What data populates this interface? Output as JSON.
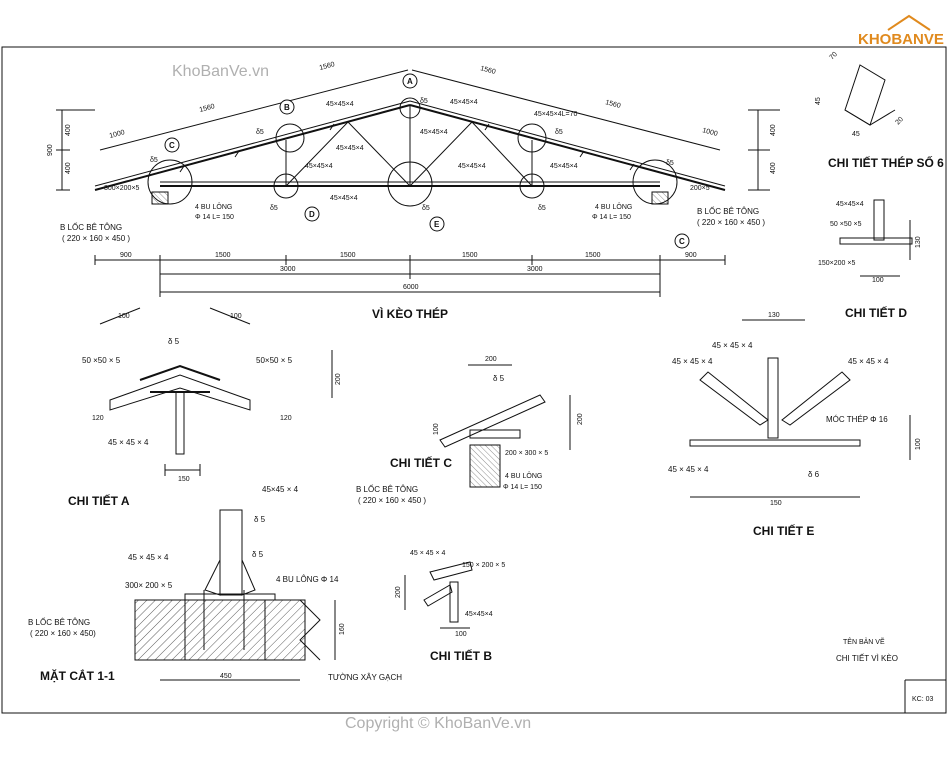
{
  "brand": {
    "logo_text": "KHOBANVE",
    "watermark_top": "KhoBanVe.vn",
    "watermark_bottom": "Copyright © KhoBanVe.vn"
  },
  "titles": {
    "truss": "VÌ KÈO THÉP",
    "detail_a": "CHI TIẾT A",
    "detail_b": "CHI TIẾT B",
    "detail_c": "CHI TIẾT C",
    "detail_d": "CHI TIẾT D",
    "detail_e": "CHI TIẾT E",
    "steel_6": "CHI TIẾT THÉP SỐ 6",
    "section": "MẶT CẮT 1-1"
  },
  "title_block": {
    "heading": "TÊN BẢN VẼ",
    "name": "CHI TIẾT VÌ KÈO",
    "code": "KC: 03"
  },
  "truss": {
    "markers": [
      "A",
      "B",
      "C",
      "C",
      "D",
      "E"
    ],
    "top_dims": [
      "1560",
      "1560",
      "1560",
      "1560",
      "1000",
      "1000"
    ],
    "height_dims": [
      "400",
      "400",
      "400",
      "400",
      "900"
    ],
    "bottom_dims": [
      "900",
      "1500",
      "1500",
      "1500",
      "1500",
      "900"
    ],
    "span_dims": [
      "3000",
      "3000"
    ],
    "total_span": "6000",
    "members": {
      "m1": "45×45×4",
      "m2": "45×45×4",
      "m3": "45×45×4",
      "m4": "45×45×4",
      "m5": "45×45×4",
      "m6": "45×45×4L=70",
      "m7": "45×45×4",
      "plate_d5": "δ5",
      "plate_300": "300×200×5",
      "plate_200": "200×5",
      "bolt": "4 BU LÔNG",
      "bolt_spec": "Φ 14 L= 150"
    },
    "block_label": "B LỐC BÊ TÔNG",
    "block_size": "( 220 × 160 × 450 )"
  },
  "detail_a": {
    "d100a": "100",
    "d100b": "100",
    "d120a": "120",
    "d120b": "120",
    "d200": "200",
    "d150": "150",
    "plate": "δ 5",
    "angle_l": "50 ×50 × 5",
    "angle_r": "50×50 × 5",
    "bottom": "45 × 45 × 4"
  },
  "detail_c": {
    "d200": "200",
    "d100": "100",
    "d200v": "200",
    "plate": "δ 5",
    "base": "200 × 300 × 5",
    "bolt": "4 BU LÔNG",
    "bolt_spec": "Φ 14 L= 150",
    "block_label": "B LỐC BÊ TÔNG",
    "block_size": "( 220 × 160 × 450 )"
  },
  "detail_e": {
    "d130": "130",
    "d100": "100",
    "d150": "150",
    "top": "45 × 45 × 4",
    "left": "45 × 45 × 4",
    "right": "45 × 45 × 4",
    "hook": "MÓC THÉP Φ 16",
    "bottom": "45 × 45 × 4",
    "plate": "δ 6"
  },
  "detail_d": {
    "top": "45×45×4",
    "plate": "50 ×50 ×5",
    "base": "150×200 ×5",
    "d130": "130",
    "d100": "100"
  },
  "detail_b": {
    "top": "45 × 45 × 4",
    "plate": "150 × 200 × 5",
    "bottom": "45×45×4",
    "d200": "200",
    "d100": "100"
  },
  "steel_6": {
    "d70": "70",
    "d45": "45",
    "d45b": "45",
    "d20": "20"
  },
  "section_1_1": {
    "angle": "45×45 × 4",
    "plate": "δ 5",
    "angle2": "45 × 45 × 4",
    "plate2": "δ 5",
    "base": "300× 200 × 5",
    "bolt": "4 BU LÔNG Φ 14",
    "block_label": "B LỐC BÊ TÔNG",
    "block_size": "( 220 × 160 × 450)",
    "wall": "TƯỜNG XÂY GẠCH",
    "d160": "160",
    "d450": "450"
  }
}
